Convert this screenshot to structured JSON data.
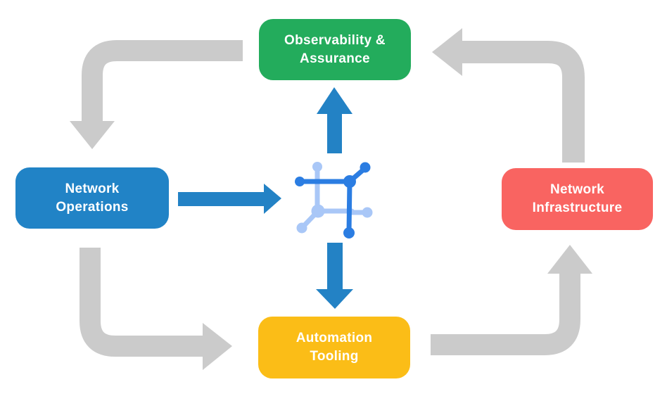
{
  "diagram": {
    "nodes": {
      "observability": {
        "label": "Observability &\nAssurance"
      },
      "operations": {
        "label": "Network\nOperations"
      },
      "infrastructure": {
        "label": "Network\nInfrastructure"
      },
      "automation": {
        "label": "Automation\nTooling"
      }
    },
    "colors": {
      "observability": "#23AC5C",
      "operations": "#2183C6",
      "infrastructure": "#F96461",
      "automation": "#FBBD17",
      "cycle_arrow": "#CBCBCB",
      "flow_arrow": "#2382C5",
      "icon_dark": "#2B7DE2",
      "icon_light": "#A9C7F7",
      "text": "#FFFFFF",
      "background": "#FFFFFF"
    }
  }
}
